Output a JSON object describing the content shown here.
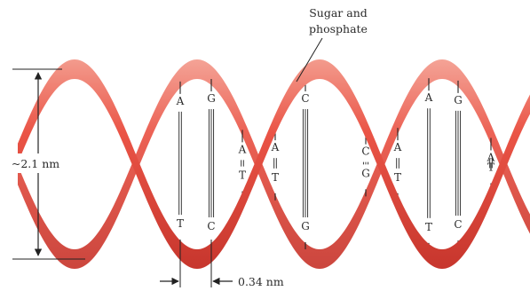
{
  "labels": {
    "backbone": [
      "Sugar and",
      "phosphate"
    ],
    "diameter": "~2.1 nm",
    "rise": "0.34 nm"
  },
  "base_pairs": [
    {
      "top": "A",
      "bottom": "T",
      "bonds": 2
    },
    {
      "top": "G",
      "bottom": "C",
      "bonds": 3
    },
    {
      "top": "A",
      "bottom": "T",
      "bonds": 2
    },
    {
      "top": "A",
      "bottom": "T",
      "bonds": 2
    },
    {
      "top": "C",
      "bottom": "G",
      "bonds": 3
    },
    {
      "top": "C",
      "bottom": "G",
      "bonds": 3
    },
    {
      "top": "A",
      "bottom": "T",
      "bonds": 2
    },
    {
      "top": "A",
      "bottom": "T",
      "bonds": 2
    },
    {
      "top": "G",
      "bottom": "C",
      "bonds": 3
    },
    {
      "top": "A",
      "bottom": "T",
      "bonds": 2
    }
  ],
  "colors": {
    "ribbon_front": "#e8483c",
    "ribbon_back": "#d9443a",
    "ribbon_highlight": "#f7a99a",
    "line": "#222222"
  }
}
